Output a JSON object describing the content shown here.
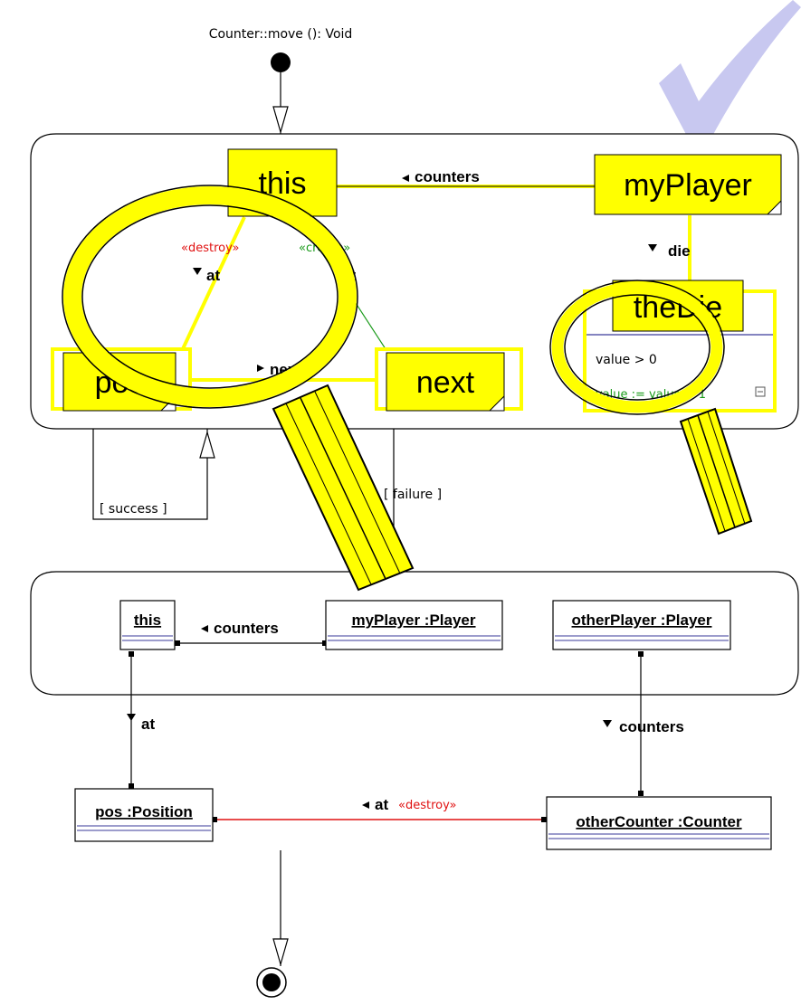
{
  "diagram": {
    "method_signature": "Counter::move (): Void",
    "top_activity": {
      "objects": {
        "this": "this",
        "my_player": "myPlayer",
        "the_die": "theDie",
        "pos": "pos",
        "next": "next"
      },
      "links": {
        "counters": "counters",
        "die": "die",
        "next": "next",
        "at_destroy_role": "at",
        "at_create_role": "at",
        "destroy_stereotype": "«destroy»",
        "create_stereotype": "«create»"
      },
      "the_die_attributes": {
        "condition": "value > 0",
        "assignment": "value := value + 1"
      }
    },
    "guards": {
      "success": "[ success ]",
      "failure": "[ failure ]"
    },
    "bottom_activity": {
      "objects": {
        "this": "this",
        "my_player": "myPlayer :Player",
        "other_player": "otherPlayer :Player",
        "pos": "pos :Position",
        "other_counter": "otherCounter :Counter"
      },
      "links": {
        "counters_1": "counters",
        "counters_2": "counters",
        "at_1": "at",
        "at_2": "at",
        "destroy_stereotype": "«destroy»"
      }
    },
    "colors": {
      "highlight": "#ffff00",
      "destroy": "#e01010",
      "create": "#1a9a1a",
      "checkmark": "#c8c8f0",
      "object_divider": "#3a3a9a"
    }
  }
}
